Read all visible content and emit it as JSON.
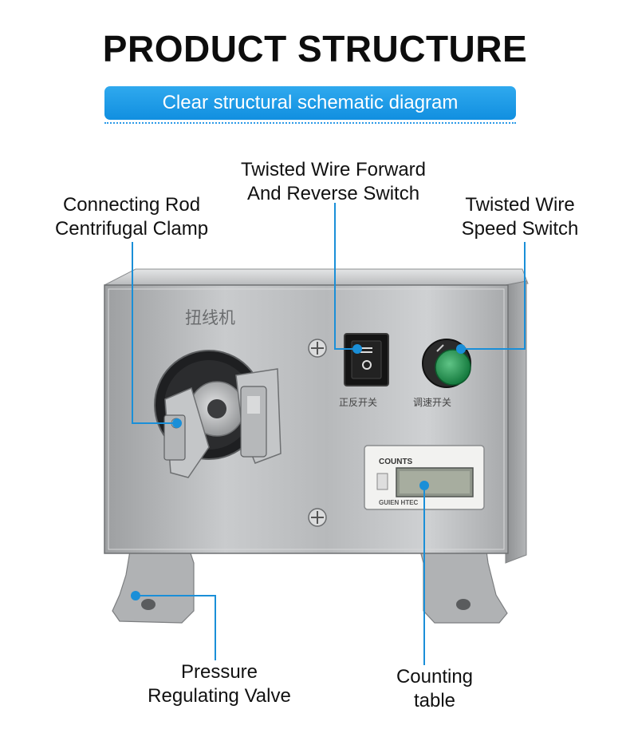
{
  "title": "PRODUCT STRUCTURE",
  "subtitle": "Clear structural schematic diagram",
  "labels": {
    "clamp": [
      "Connecting Rod",
      "Centrifugal Clamp"
    ],
    "direction_switch": [
      "Twisted Wire Forward",
      "And Reverse Switch"
    ],
    "speed_switch": [
      "Twisted Wire",
      "Speed Switch"
    ],
    "valve": [
      "Pressure",
      "Regulating Valve"
    ],
    "counter": [
      "Counting",
      "table"
    ]
  },
  "device": {
    "name_cn": "扭线机",
    "switch_label_cn": "正反开关",
    "speed_label_cn": "调速开关",
    "counter_brand": "COUNTS",
    "counter_maker": "GUIEN  HTEC"
  },
  "colors": {
    "accent": "#1697e5",
    "leader_line": "#1a8fd8"
  }
}
